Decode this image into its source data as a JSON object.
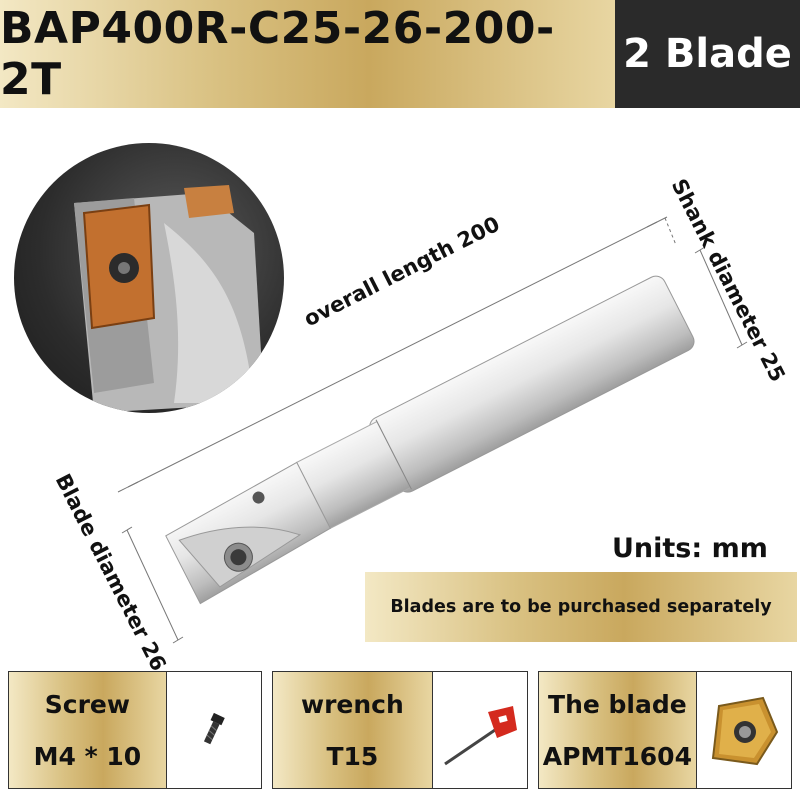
{
  "header": {
    "model": "BAP400R-C25-26-200-2T",
    "badge": "2 Blade"
  },
  "dimensions": {
    "overall_length": "overall length 200",
    "shank_diameter": "Shank diameter 25",
    "blade_diameter": "Blade diameter 26"
  },
  "units": "Units: mm",
  "notice": "Blades are to be purchased separately",
  "accessories": [
    {
      "name": "Screw",
      "spec": "M4 * 10",
      "icon": "screw-icon"
    },
    {
      "name": "wrench",
      "spec": "T15",
      "icon": "wrench-icon"
    },
    {
      "name": "The blade",
      "spec": "APMT1604",
      "icon": "blade-insert-icon"
    }
  ],
  "colors": {
    "gold": "#c9a85e",
    "badge_bg": "#2a2a2a",
    "insert_orange": "#c2702f",
    "wrench_red": "#d42a1e"
  }
}
